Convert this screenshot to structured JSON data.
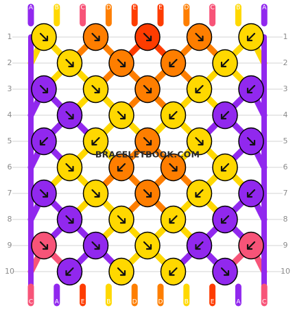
{
  "colors": {
    "A": "#9128ee",
    "B": "#ffd800",
    "C": "#f75478",
    "D": "#fe7e00",
    "E": "#fe3c00",
    "grid": "#d3d3d3",
    "label": "#8a8a8a",
    "arrow": "#111111"
  },
  "strings_top": [
    "A",
    "B",
    "C",
    "D",
    "E",
    "E",
    "D",
    "C",
    "B",
    "A"
  ],
  "strings_bottom": [
    "C",
    "A",
    "E",
    "B",
    "D",
    "D",
    "B",
    "E",
    "A",
    "C"
  ],
  "row_labels": [
    "1",
    "2",
    "3",
    "4",
    "5",
    "6",
    "7",
    "8",
    "9",
    "10"
  ],
  "watermark": "BRACELETBOOK.COM",
  "knots": [
    [
      {
        "c": "B",
        "d": "dr"
      },
      {
        "c": "D",
        "d": "dr"
      },
      {
        "c": "E",
        "d": "dr"
      },
      {
        "c": "D",
        "d": "dr"
      },
      {
        "c": "B",
        "d": "dl"
      }
    ],
    [
      {
        "c": "B",
        "d": "dr"
      },
      {
        "c": "D",
        "d": "dr"
      },
      {
        "c": "D",
        "d": "dl"
      },
      {
        "c": "B",
        "d": "dl"
      }
    ],
    [
      {
        "c": "A",
        "d": "dr"
      },
      {
        "c": "B",
        "d": "dr"
      },
      {
        "c": "D",
        "d": "dr"
      },
      {
        "c": "B",
        "d": "dl"
      },
      {
        "c": "A",
        "d": "dl"
      }
    ],
    [
      {
        "c": "A",
        "d": "dr"
      },
      {
        "c": "B",
        "d": "dr"
      },
      {
        "c": "B",
        "d": "dl"
      },
      {
        "c": "A",
        "d": "dl"
      }
    ],
    [
      {
        "c": "A",
        "d": "dl"
      },
      {
        "c": "B",
        "d": "dl"
      },
      {
        "c": "D",
        "d": "dr"
      },
      {
        "c": "B",
        "d": "dr"
      },
      {
        "c": "A",
        "d": "dr"
      }
    ],
    [
      {
        "c": "B",
        "d": "dr"
      },
      {
        "c": "D",
        "d": "dl"
      },
      {
        "c": "D",
        "d": "dr"
      },
      {
        "c": "B",
        "d": "dl"
      }
    ],
    [
      {
        "c": "A",
        "d": "dr"
      },
      {
        "c": "B",
        "d": "dr"
      },
      {
        "c": "D",
        "d": "dr"
      },
      {
        "c": "B",
        "d": "dl"
      },
      {
        "c": "A",
        "d": "dl"
      }
    ],
    [
      {
        "c": "A",
        "d": "dr"
      },
      {
        "c": "B",
        "d": "dr"
      },
      {
        "c": "B",
        "d": "dl"
      },
      {
        "c": "A",
        "d": "dl"
      }
    ],
    [
      {
        "c": "C",
        "d": "dr"
      },
      {
        "c": "A",
        "d": "dr"
      },
      {
        "c": "B",
        "d": "dr"
      },
      {
        "c": "A",
        "d": "dl"
      },
      {
        "c": "C",
        "d": "dl"
      }
    ],
    [
      {
        "c": "A",
        "d": "dl"
      },
      {
        "c": "B",
        "d": "dr"
      },
      {
        "c": "B",
        "d": "dl"
      },
      {
        "c": "A",
        "d": "dr"
      }
    ]
  ]
}
